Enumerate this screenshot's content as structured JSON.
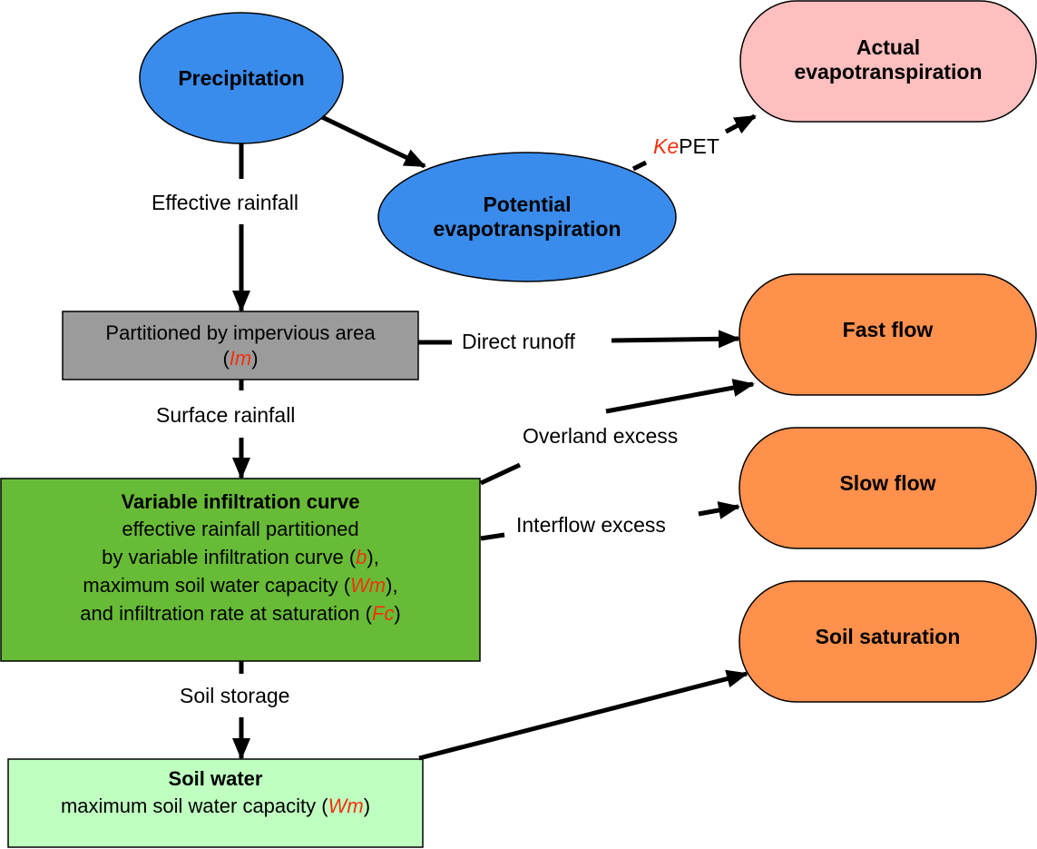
{
  "nodes": {
    "precipitation": {
      "title": "Precipitation"
    },
    "pet": {
      "title_line1": "Potential",
      "title_line2": "evapotranspiration"
    },
    "aet": {
      "title_line1": "Actual",
      "title_line2": "evapotranspiration"
    },
    "impervious": {
      "text": "Partitioned by impervious area",
      "param_open": "(",
      "param": "Im",
      "param_close": ")"
    },
    "vic": {
      "title": "Variable infiltration curve",
      "line1": "effective rainfall partitioned",
      "line2_pre": "by variable infiltration curve (",
      "line2_param": "b",
      "line2_post": "),",
      "line3_pre": "maximum soil water capacity (",
      "line3_param": "Wm",
      "line3_post": "),",
      "line4_pre": "and infiltration rate at saturation (",
      "line4_param": "Fc",
      "line4_post": ")"
    },
    "soil_water": {
      "title": "Soil water",
      "line_pre": "maximum soil water capacity (",
      "line_param": "Wm",
      "line_post": ")"
    },
    "fast_flow": {
      "title": "Fast flow"
    },
    "slow_flow": {
      "title": "Slow flow"
    },
    "soil_saturation": {
      "title": "Soil saturation"
    }
  },
  "edges": {
    "effective_rainfall": "Effective rainfall",
    "kepet_param": "Ke",
    "kepet_text": "PET",
    "direct_runoff": "Direct runoff",
    "surface_rainfall": "Surface rainfall",
    "overland_excess": "Overland excess",
    "interflow_excess": "Interflow excess",
    "soil_storage": "Soil storage"
  },
  "colors": {
    "blue": "#3a8cec",
    "pink": "#ffbfbf",
    "gray": "#9b9b9b",
    "green": "#68bb36",
    "light_green": "#bfffc0",
    "orange": "#ff914d",
    "param_red": "#f2300f"
  }
}
